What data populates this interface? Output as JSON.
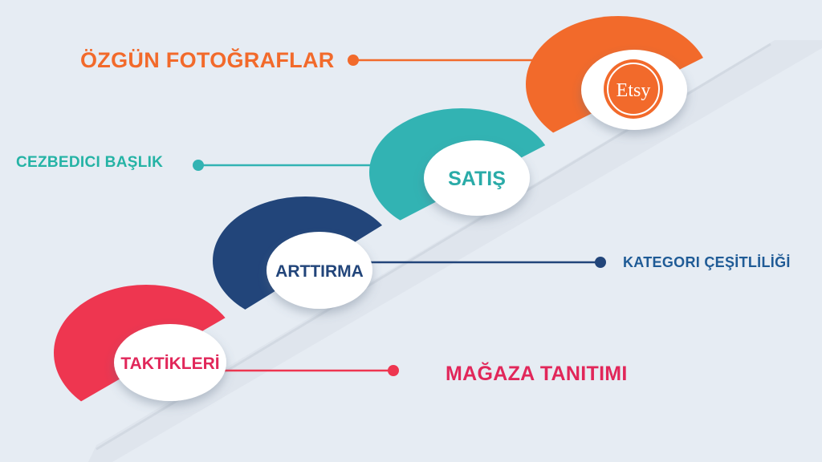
{
  "steps": [
    {
      "title": "Etsy",
      "note": "ÖZGÜN FOTOĞRAFLAR",
      "color": "#f26a2b"
    },
    {
      "title": "SATIŞ",
      "note": "CEZBEDICI BAŞLIK",
      "color": "#32b3b3"
    },
    {
      "title": "ARTTIRMA",
      "note": "KATEGORI ÇEŞİTLİLİĞİ",
      "color": "#22457a"
    },
    {
      "title": "TAKTİKLERİ",
      "note": "MAĞAZA TANITIMI",
      "color": "#ee3650"
    }
  ],
  "colors": {
    "background": "#e6ecf3",
    "orange_text": "#f26a2b",
    "teal_text": "#25b3a5",
    "blue_text": "#1f5b96",
    "red_text": "#e1275a"
  }
}
